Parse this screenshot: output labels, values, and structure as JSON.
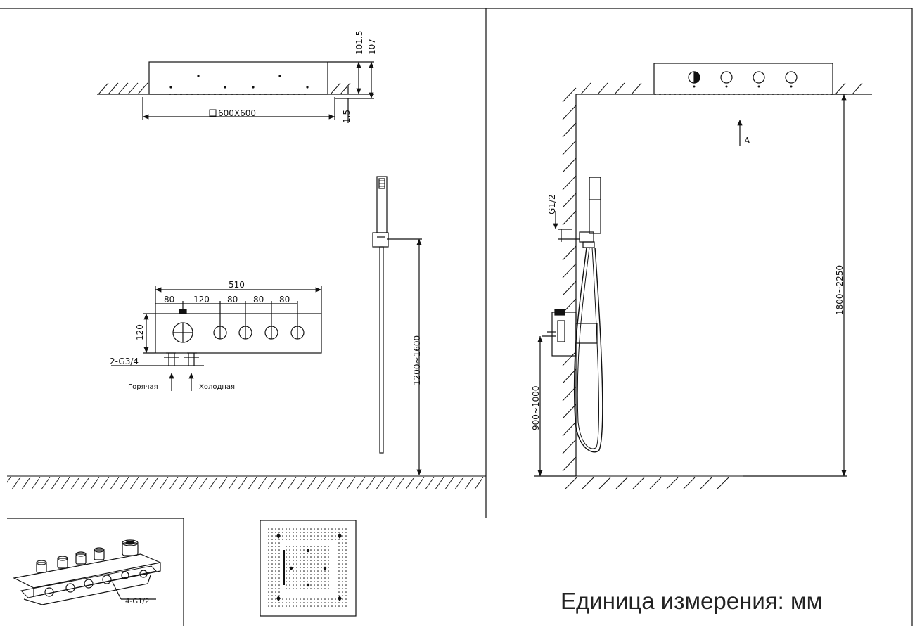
{
  "top_view": {
    "dim_height_a": "101.5",
    "dim_height_b": "107",
    "dim_gap": "1.5",
    "dim_size": "600X600"
  },
  "valve_view": {
    "dim_total": "510",
    "dim_segments": [
      "80",
      "120",
      "80",
      "80",
      "80"
    ],
    "dim_height": "120",
    "inlet_label": "2-G3/4",
    "hot_label": "Горячая",
    "cold_label": "Холодная"
  },
  "handshower_view": {
    "dim_height": "1200~1600"
  },
  "side_view": {
    "outlet_label": "G1/2",
    "arrow_label": "A",
    "dim_head_height": "1800~2250",
    "dim_valve_height": "900~1000"
  },
  "iso_view": {
    "outlet_label": "4-G1/2"
  },
  "units_caption": "Единица измерения: мм"
}
